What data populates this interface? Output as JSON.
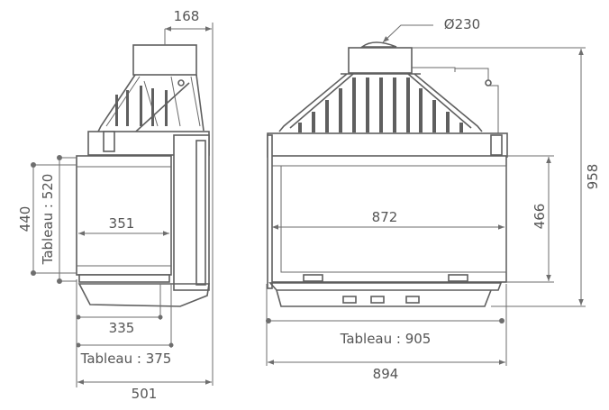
{
  "side_view": {
    "depth_top": "168",
    "height_opening": "440",
    "tableau_height": "Tableau : 520",
    "width_opening": "351",
    "width_bottom": "335",
    "tableau_width": "Tableau : 375",
    "total_depth": "501"
  },
  "front_view": {
    "flue_diameter": "Ø230",
    "opening_width": "872",
    "opening_height": "466",
    "total_height": "958",
    "tableau_width": "Tableau : 905",
    "total_width": "894"
  },
  "colors": {
    "line": "#5f5f5f",
    "text": "#555555"
  }
}
